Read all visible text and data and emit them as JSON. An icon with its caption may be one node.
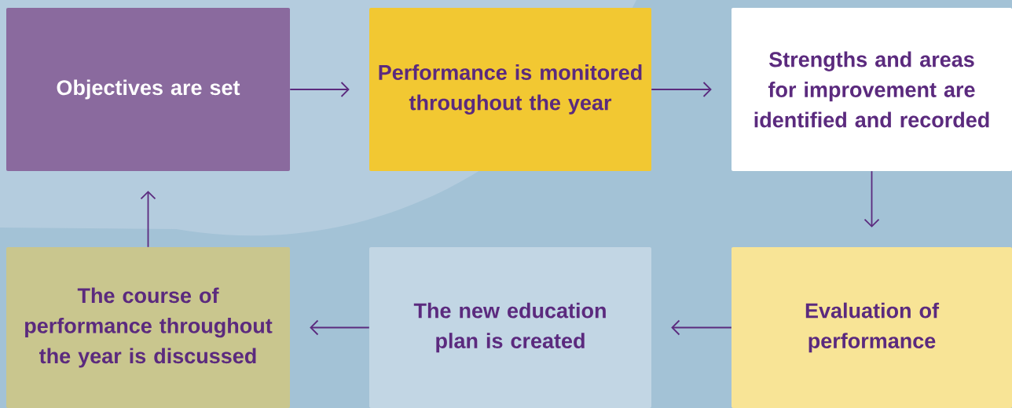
{
  "diagram": {
    "nodes": [
      {
        "text": [
          "Objectives are set"
        ]
      },
      {
        "text": [
          "Performance is monitored throughout the year"
        ]
      },
      {
        "text": [
          "Strengths and areas for improvement are identified and recorded"
        ]
      },
      {
        "text": [
          "Evaluation of performance"
        ]
      },
      {
        "text": [
          "The new education plan is created"
        ]
      },
      {
        "text": [
          "The course of performance throughout the year is discussed"
        ]
      }
    ],
    "edges": [
      {
        "from": 0,
        "to": 1,
        "arrow": "to"
      },
      {
        "from": 1,
        "to": 2,
        "arrow": "to"
      },
      {
        "from": 2,
        "to": 3,
        "arrow": "to"
      },
      {
        "from": 3,
        "to": 4,
        "arrow": "to"
      },
      {
        "from": 4,
        "to": 5,
        "arrow": "to"
      },
      {
        "from": 5,
        "to": 0,
        "arrow": "to"
      }
    ]
  }
}
